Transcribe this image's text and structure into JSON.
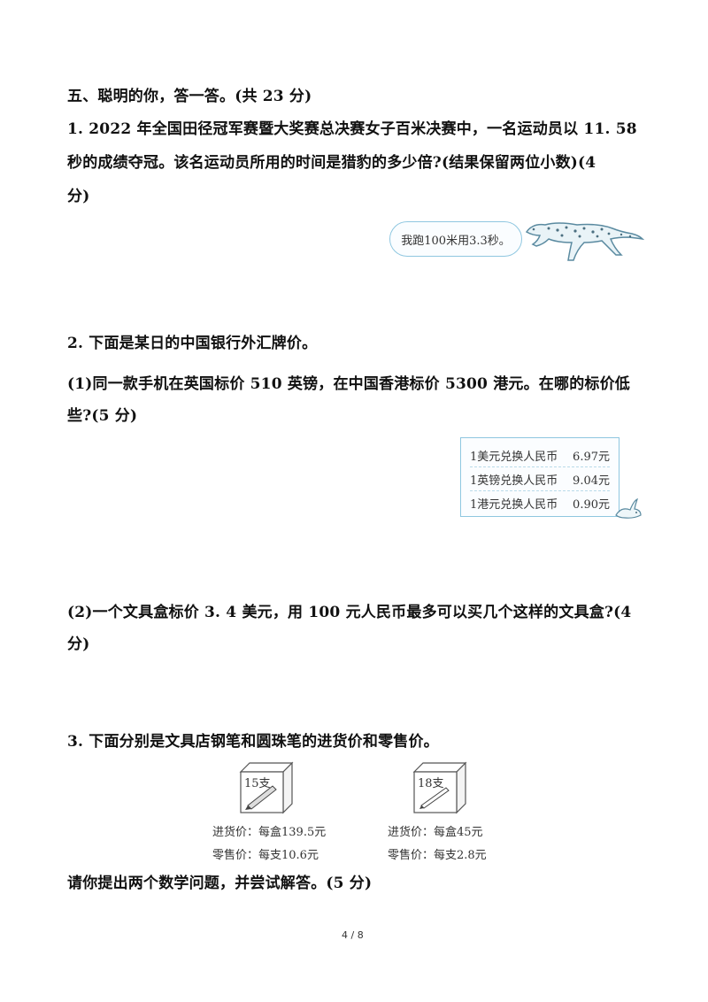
{
  "section_title": "五、聪明的你，答一答。(共 23 分)",
  "q1": {
    "line1": "1. 2022 年全国田径冠军赛暨大奖赛总决赛女子百米决赛中，一名运动员以 11. 58",
    "line2": "秒的成绩夺冠。该名运动员所用的时间是猎豹的多少倍?(结果保留两位小数)(4",
    "line3": "分)",
    "bubble_text": "我跑100米用3.3秒。"
  },
  "q2": {
    "intro": "2. 下面是某日的中国银行外汇牌价。",
    "p1_line1": "(1)同一款手机在英国标价 510 英镑，在中国香港标价 5300 港元。在哪的标价低",
    "p1_line2": "些?(5 分)",
    "rates": [
      {
        "label": "1美元兑换人民币",
        "value": "6.97元"
      },
      {
        "label": "1英镑兑换人民币",
        "value": "9.04元"
      },
      {
        "label": "1港元兑换人民币",
        "value": "0.90元"
      }
    ],
    "p2_line1": "(2)一个文具盒标价 3. 4 美元，用 100 元人民币最多可以买几个这样的文具盒?(4",
    "p2_line2": "分)"
  },
  "q3": {
    "intro": "3. 下面分别是文具店钢笔和圆珠笔的进货价和零售价。",
    "boxes": [
      {
        "count": "15支",
        "wholesale": "进货价：每盒139.5元",
        "retail": "零售价：每支10.6元"
      },
      {
        "count": "18支",
        "wholesale": "进货价：每盒45元",
        "retail": "零售价：每支2.8元"
      }
    ],
    "prompt": "请你提出两个数学问题，并尝试解答。(5 分)"
  },
  "page_number": "4 / 8"
}
